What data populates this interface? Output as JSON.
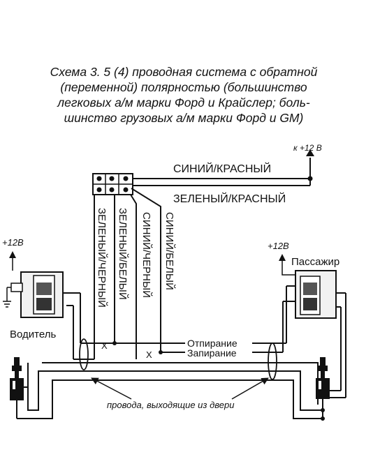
{
  "title": {
    "line1": "Схема 3. 5 (4) проводная система с обратной",
    "line2": "(переменной) полярностью (большинство",
    "line3": "легковых а/м марки Форд и Крайслер; боль-",
    "line4": "шинство грузовых а/м марки Форд и GM)"
  },
  "labels": {
    "power_top": "к +12 В",
    "wire_blue_red": "СИНИЙ/КРАСНЫЙ",
    "wire_green_red": "ЗЕЛЕНЫЙ/КРАСНЫЙ",
    "wire_green_black": "ЗЕЛЕНЫЙ/ЧЕРНЫЙ",
    "wire_green_white": "ЗЕЛЕНЫЙ/БЕЛЫЙ",
    "wire_blue_black": "СИНИЙ/ЧЕРНЫЙ",
    "wire_blue_white": "СИНИЙ/БЕЛЫЙ",
    "driver_power": "+12В",
    "passenger_power": "+12В",
    "driver": "Водитель",
    "passenger": "Пассажир",
    "unlock": "Отпирание",
    "lock": "Запирание",
    "door_wires": "провода, выходящие из двери",
    "cut_mark": "X"
  }
}
